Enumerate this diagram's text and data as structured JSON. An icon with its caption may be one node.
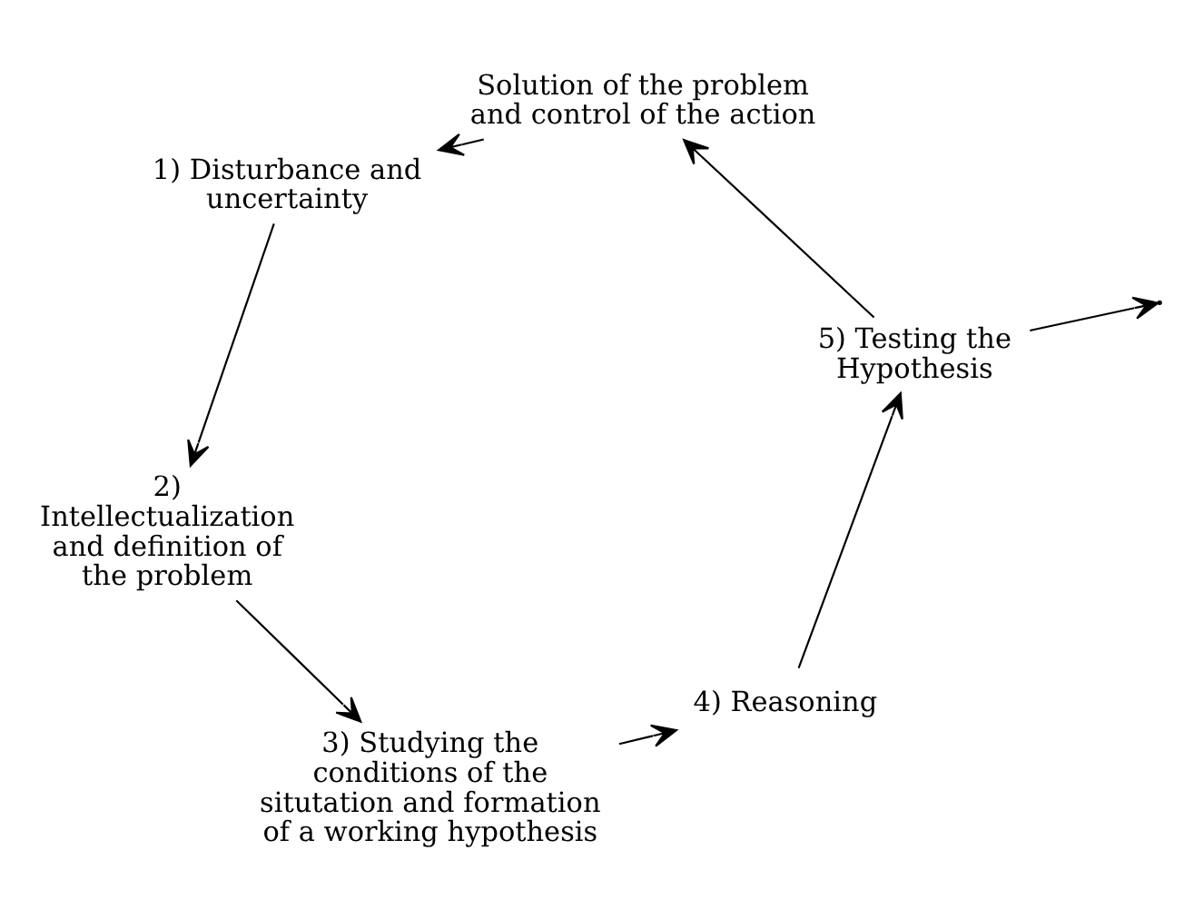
{
  "diagram": {
    "nodes": [
      {
        "text": [
          "Solution of the problem and control of the action"
        ]
      },
      {
        "text": [
          "1) Disturbance and uncertainty"
        ]
      },
      {
        "text": [
          "2) Intellectualization and definition of the problem"
        ]
      },
      {
        "text": [
          "3) Studying the conditions of the situtation and formation of a working hypothesis"
        ]
      },
      {
        "text": [
          "4) Reasoning"
        ]
      },
      {
        "text": [
          "5) Testing the Hypothesis"
        ]
      }
    ],
    "edges": [
      {
        "from": 0,
        "to": 1,
        "arrow": "to"
      },
      {
        "from": 1,
        "to": 2,
        "arrow": "to"
      },
      {
        "from": 2,
        "to": 3,
        "arrow": "to"
      },
      {
        "from": 3,
        "to": 4,
        "arrow": "to"
      },
      {
        "from": 4,
        "to": 5,
        "arrow": "to"
      },
      {
        "from": 5,
        "to": 0,
        "arrow": "to"
      },
      {
        "from": 5,
        "to": null,
        "arrow": "to"
      }
    ]
  }
}
